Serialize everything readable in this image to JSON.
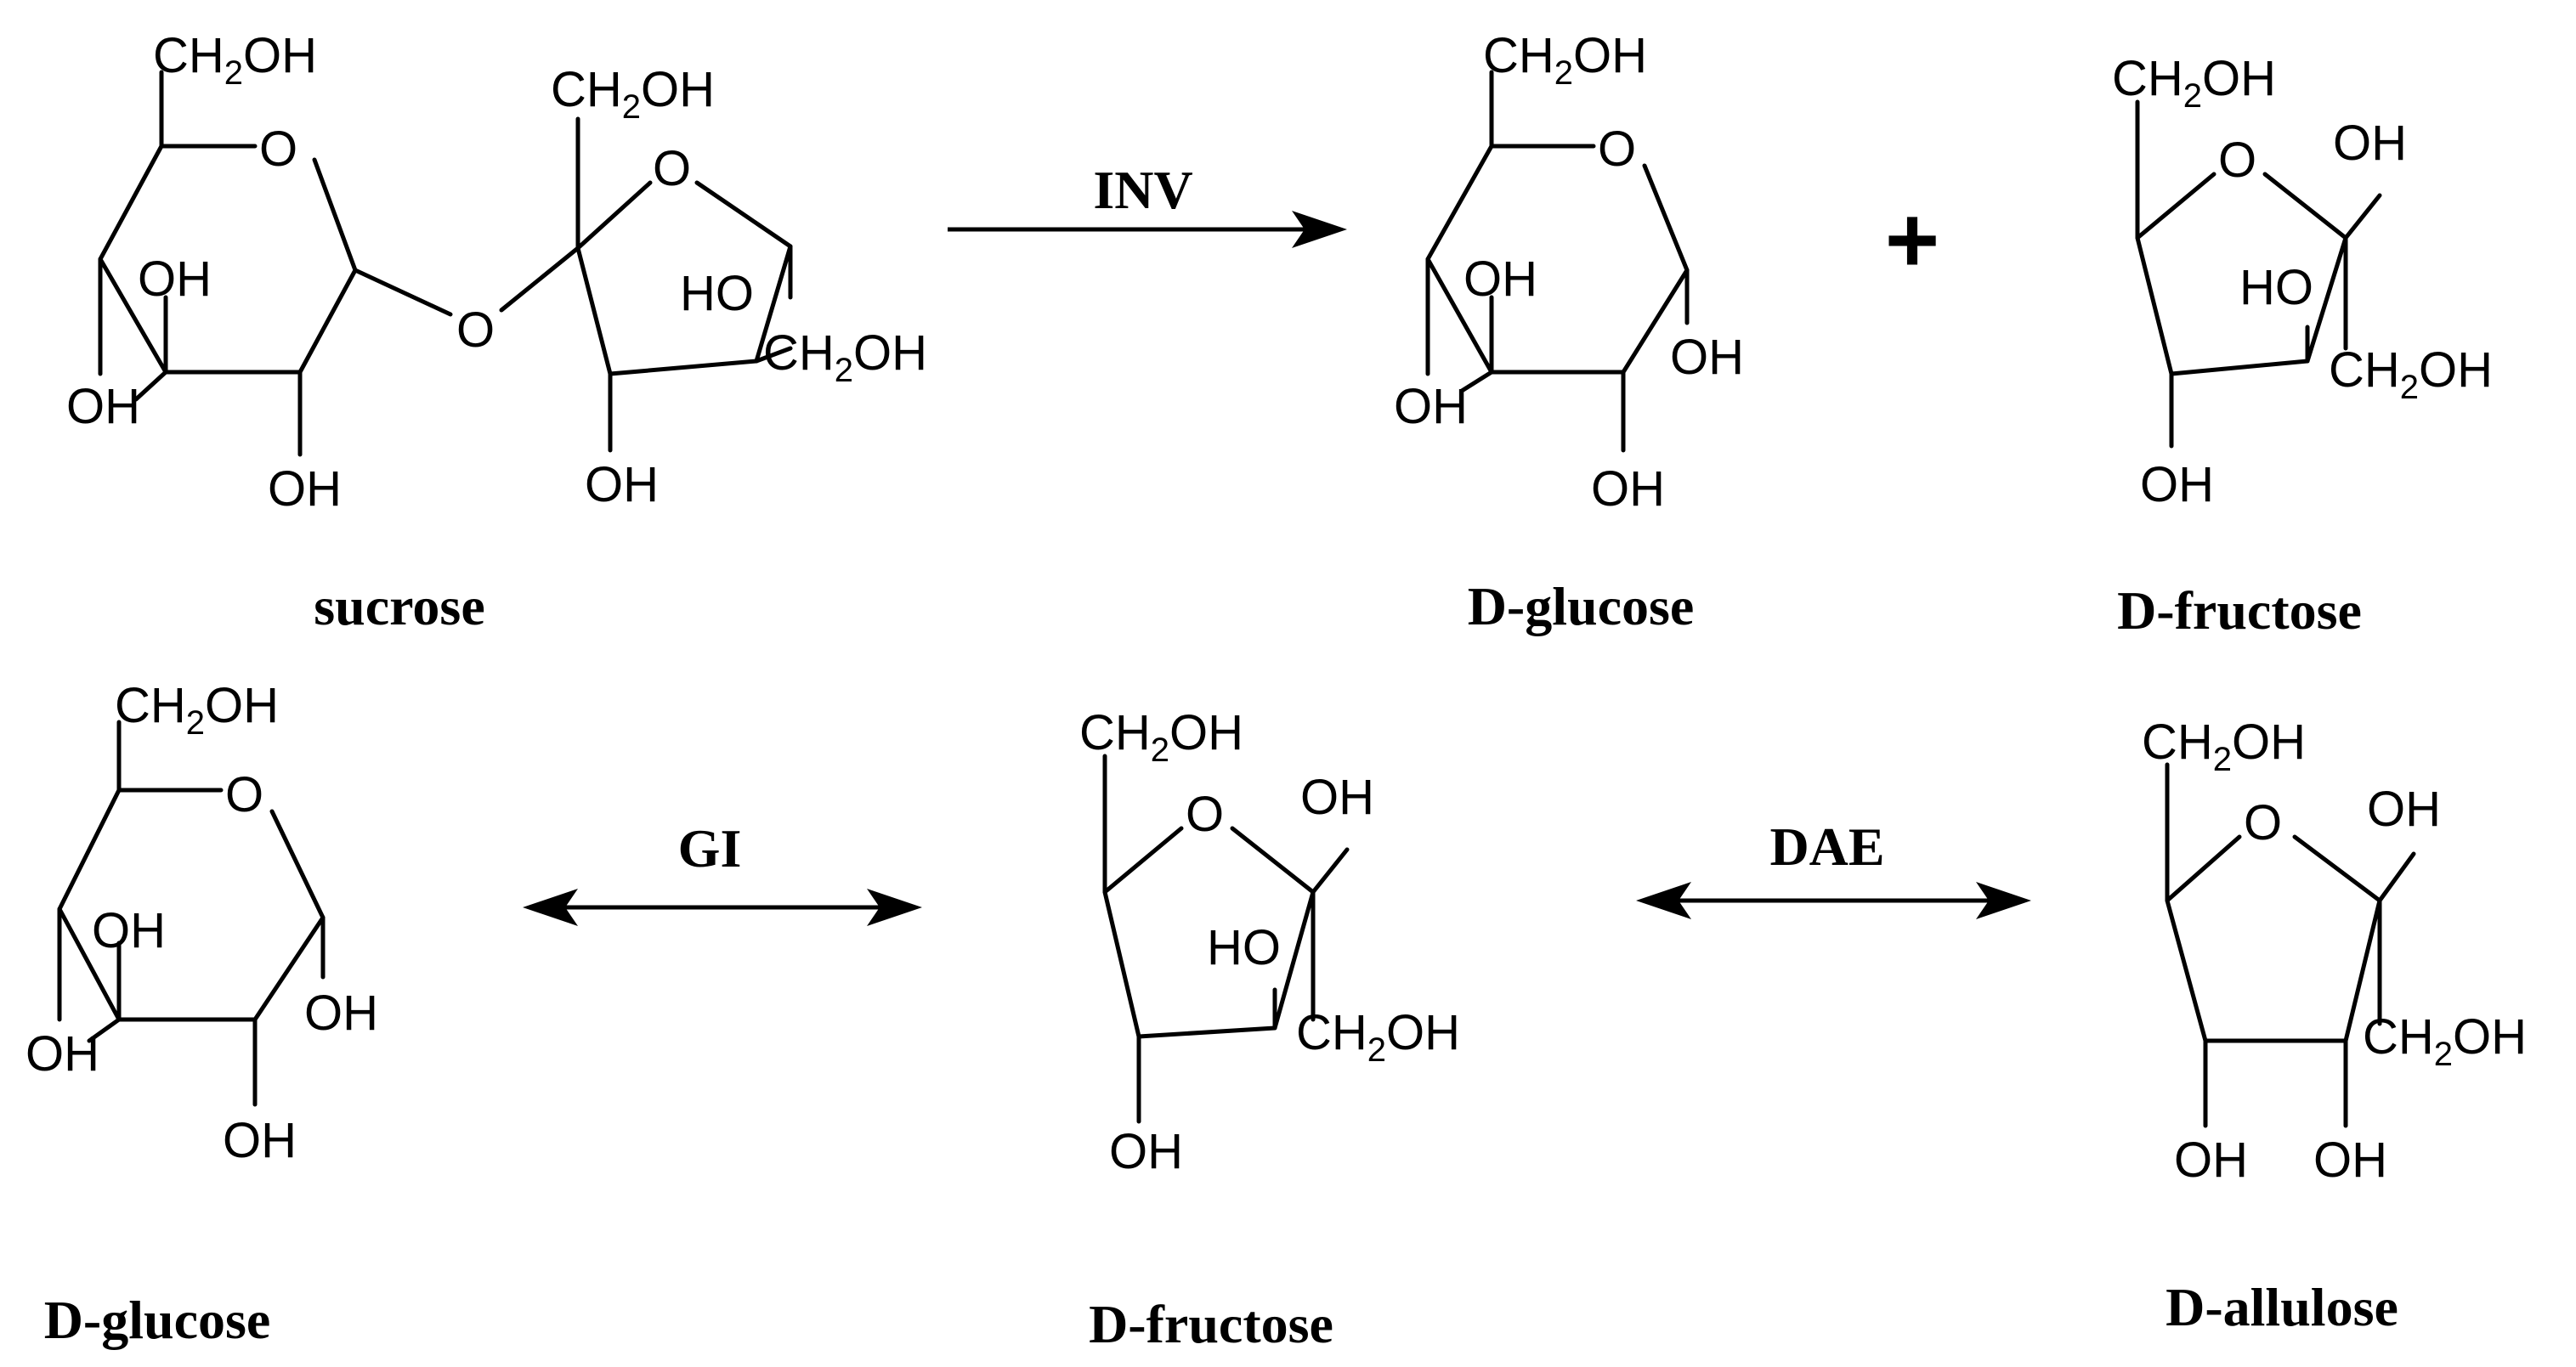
{
  "compounds": {
    "sucrose": "sucrose",
    "glucose_top": "D-glucose",
    "fructose_top": "D-fructose",
    "glucose_bottom": "D-glucose",
    "fructose_bottom": "D-fructose",
    "allulose": "D-allulose"
  },
  "enzymes": {
    "invertase": "INV",
    "isomerase": "GI",
    "epimerase": "DAE"
  },
  "plus_sign": "+",
  "atoms": {
    "O": "O",
    "OH": "OH",
    "HO": "HO",
    "CH": "CH",
    "sub2": "2"
  }
}
